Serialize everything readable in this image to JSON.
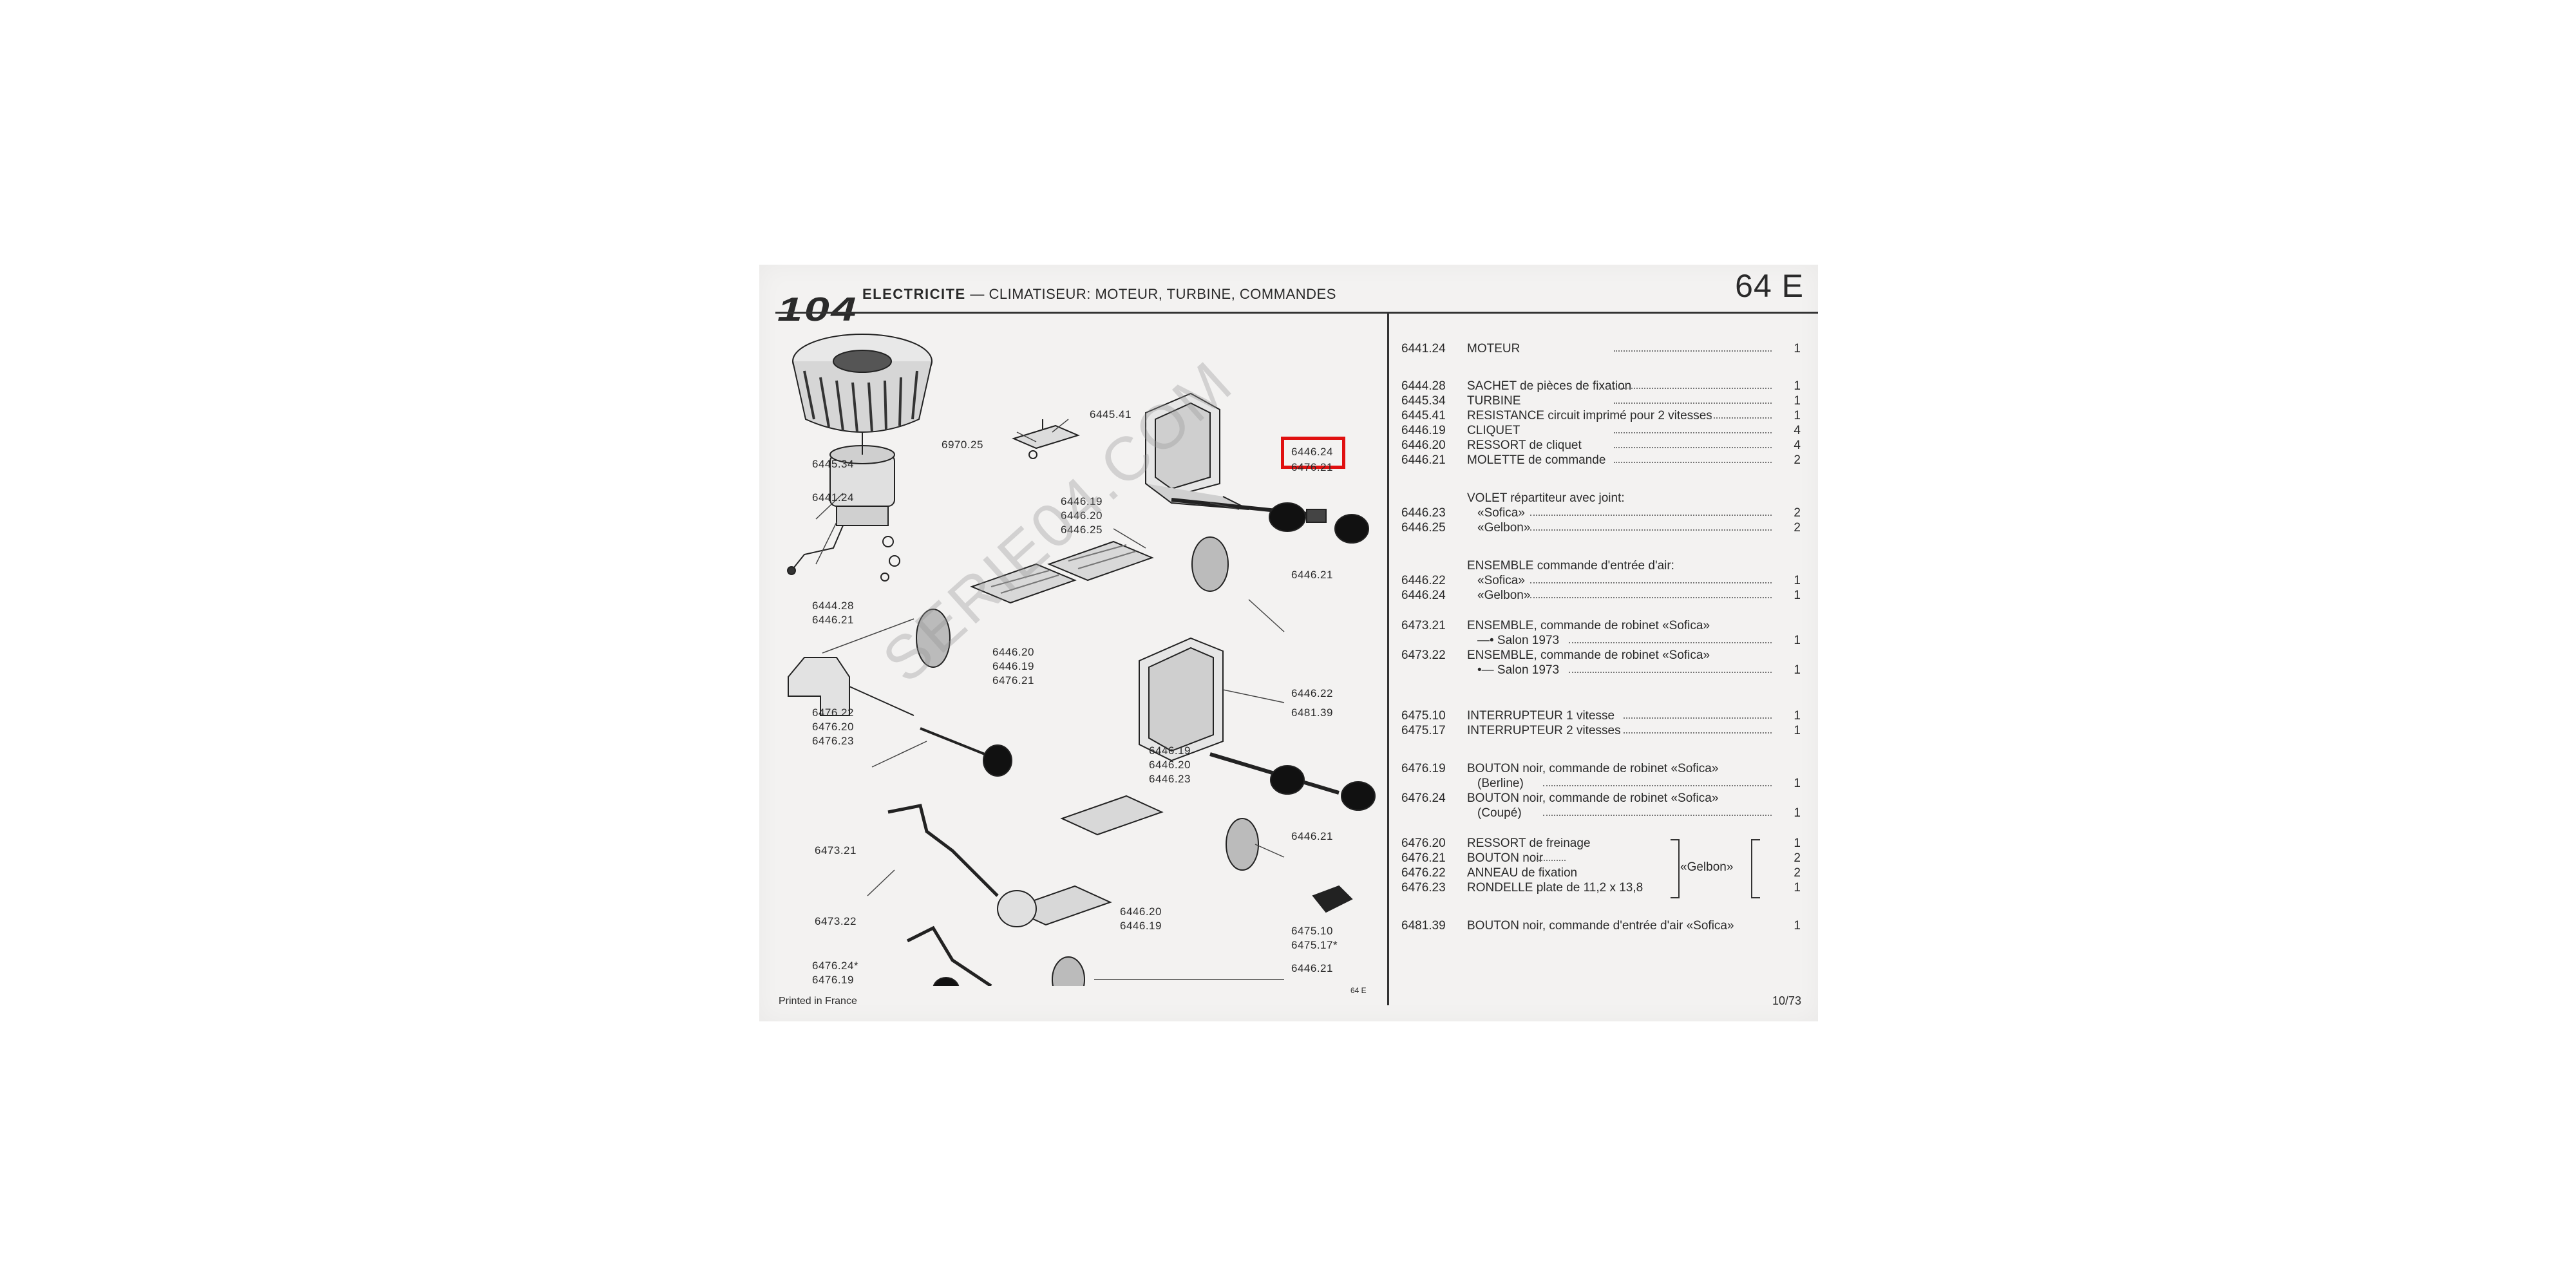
{
  "header": {
    "model": "104",
    "section": "ELECTRICITE",
    "subtitle": "— CLIMATISEUR: MOTEUR, TURBINE, COMMANDES",
    "page_code": "64 E"
  },
  "footer": {
    "printed": "Printed in France",
    "page_ref": "64 E",
    "date": "10/73"
  },
  "watermark": "SERIE04.COM",
  "highlighted_ref": "6446.24",
  "diagram_labels": {
    "l6445_41": "6445.41",
    "l6970_25": "6970.25",
    "l6445_34": "6445.34",
    "l6441_24": "6441.24",
    "l6444_28": "6444.28",
    "l6446_21a": "6446.21",
    "l6446_24": "6446.24",
    "l6476_21a": "6476.21",
    "l6446_19a": "6446.19",
    "l6446_20a": "6446.20",
    "l6446_25": "6446.25",
    "l6446_21b": "6446.21",
    "l6446_20b": "6446.20",
    "l6446_19b": "6446.19",
    "l6476_21b": "6476.21",
    "l6476_22": "6476.22",
    "l6476_20": "6476.20",
    "l6476_23": "6476.23",
    "l6446_22": "6446.22",
    "l6481_39": "6481.39",
    "l6446_19c": "6446.19",
    "l6446_20c": "6446.20",
    "l6446_23": "6446.23",
    "l6446_21c": "6446.21",
    "l6473_21": "6473.21",
    "l6446_20d": "6446.20",
    "l6446_19d": "6446.19",
    "l6473_22": "6473.22",
    "l6475_10": "6475.10",
    "l6475_17": "6475.17*",
    "l6476_24": "6476.24*",
    "l6476_19": "6476.19",
    "l6446_21d": "6446.21"
  },
  "parts": [
    {
      "ref": "6441.24",
      "desc": "MOTEUR",
      "qty": "1"
    },
    {
      "ref": "6444.28",
      "desc": "SACHET de pièces de fixation",
      "qty": "1"
    },
    {
      "ref": "6445.34",
      "desc": "TURBINE",
      "qty": "1"
    },
    {
      "ref": "6445.41",
      "desc": "RESISTANCE circuit imprimé pour 2 vitesses",
      "qty": "1"
    },
    {
      "ref": "6446.19",
      "desc": "CLIQUET",
      "qty": "4"
    },
    {
      "ref": "6446.20",
      "desc": "RESSORT de cliquet",
      "qty": "4"
    },
    {
      "ref": "6446.21",
      "desc": "MOLETTE de commande",
      "qty": "2"
    },
    {
      "ref": "",
      "desc": "VOLET répartiteur avec joint:",
      "qty": ""
    },
    {
      "ref": "6446.23",
      "desc": "«Sofica»",
      "qty": "2"
    },
    {
      "ref": "6446.25",
      "desc": "«Gelbon»",
      "qty": "2"
    },
    {
      "ref": "",
      "desc": "ENSEMBLE commande d'entrée d'air:",
      "qty": ""
    },
    {
      "ref": "6446.22",
      "desc": "«Sofica»",
      "qty": "1"
    },
    {
      "ref": "6446.24",
      "desc": "«Gelbon»",
      "qty": "1"
    },
    {
      "ref": "6473.21",
      "desc": "ENSEMBLE, commande de robinet «Sofica»",
      "qty": ""
    },
    {
      "ref": "",
      "desc": "—• Salon 1973",
      "qty": "1"
    },
    {
      "ref": "6473.22",
      "desc": "ENSEMBLE, commande de robinet «Sofica»",
      "qty": ""
    },
    {
      "ref": "",
      "desc": "•— Salon 1973",
      "qty": "1"
    },
    {
      "ref": "6475.10",
      "desc": "INTERRUPTEUR 1 vitesse",
      "qty": "1"
    },
    {
      "ref": "6475.17",
      "desc": "INTERRUPTEUR 2 vitesses",
      "qty": "1"
    },
    {
      "ref": "6476.19",
      "desc": "BOUTON noir, commande de robinet «Sofica»",
      "qty": ""
    },
    {
      "ref": "",
      "desc": "(Berline)",
      "qty": "1"
    },
    {
      "ref": "6476.24",
      "desc": "BOUTON noir, commande de robinet «Sofica»",
      "qty": ""
    },
    {
      "ref": "",
      "desc": "(Coupé)",
      "qty": "1"
    },
    {
      "ref": "6476.20",
      "desc": "RESSORT de freinage",
      "qty": "1"
    },
    {
      "ref": "6476.21",
      "desc": "BOUTON noir",
      "qty": "2"
    },
    {
      "ref": "6476.22",
      "desc": "ANNEAU de fixation",
      "qty": "2"
    },
    {
      "ref": "6476.23",
      "desc": "RONDELLE plate de 11,2 x 13,8",
      "qty": "1"
    },
    {
      "ref": "6481.39",
      "desc": "BOUTON noir, commande d'entrée d'air «Sofica»",
      "qty": "1"
    }
  ],
  "gelbon_bracket": "«Gelbon»"
}
